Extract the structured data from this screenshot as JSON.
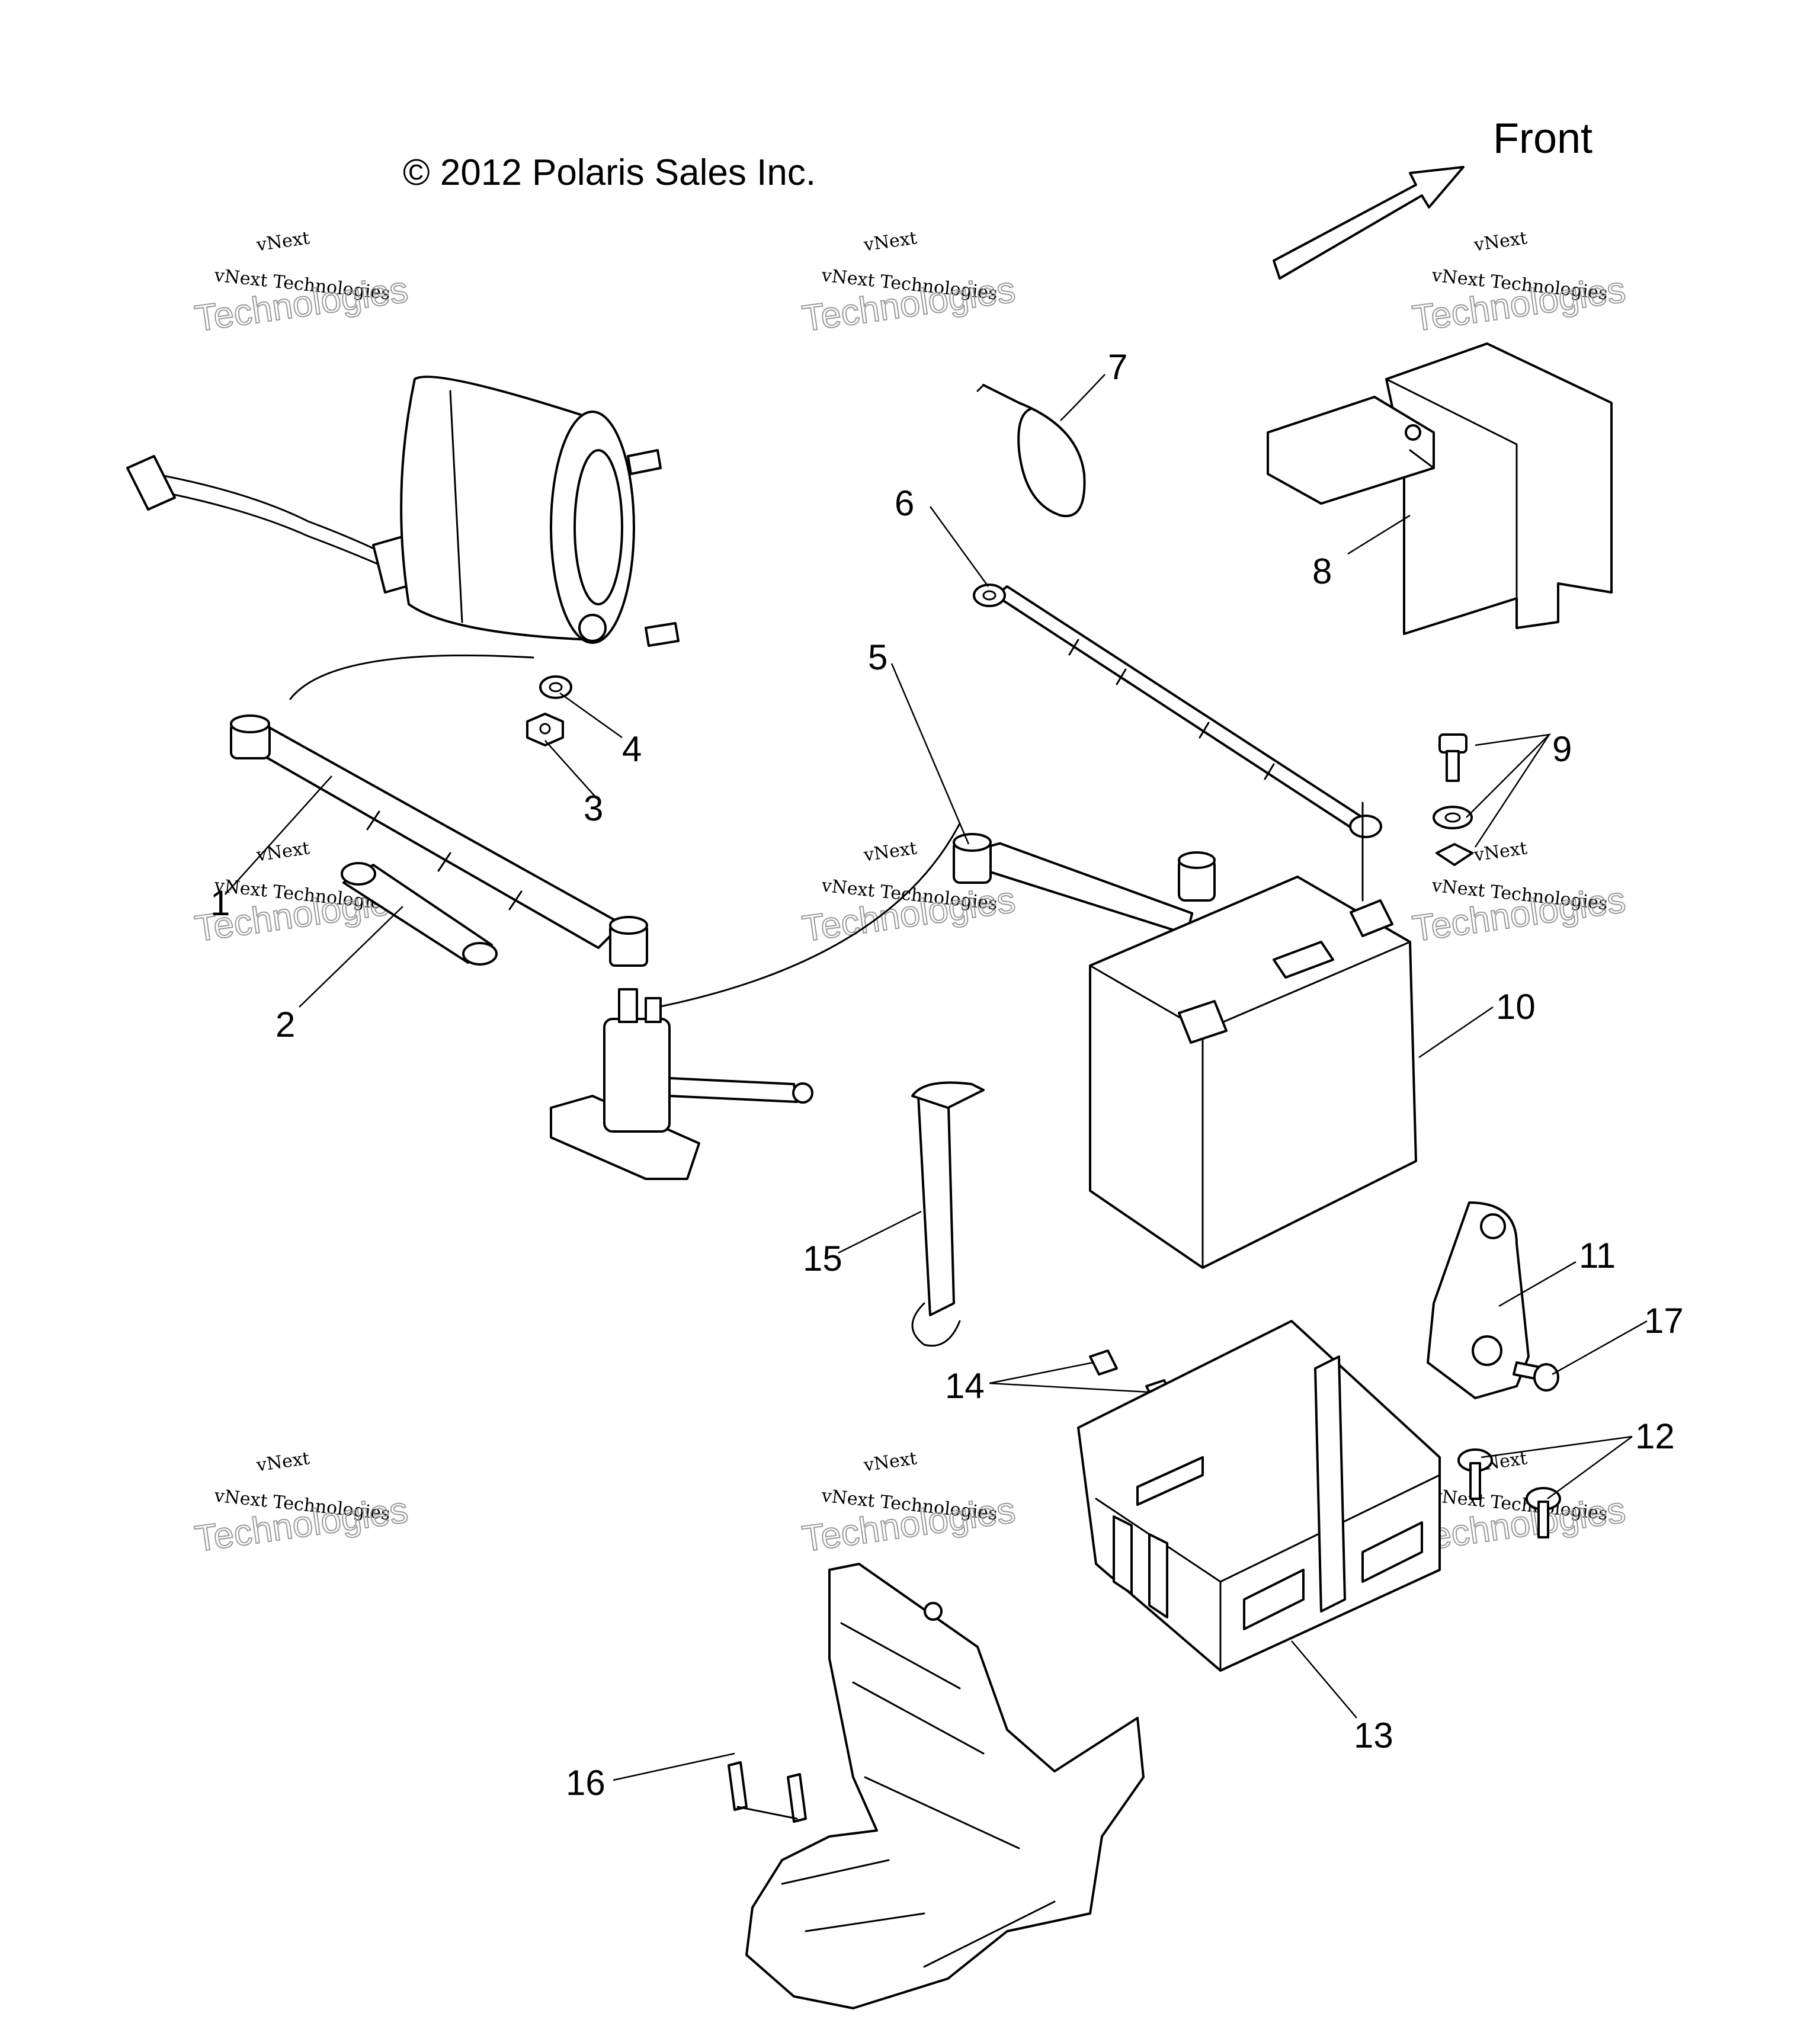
{
  "copyright": "© 2012 Polaris Sales Inc.",
  "direction_label": "Front",
  "watermark": {
    "line1": "vNext",
    "line2": "vNext Technologies",
    "line3": "Technologies"
  },
  "callouts": [
    {
      "number": "1"
    },
    {
      "number": "2"
    },
    {
      "number": "3"
    },
    {
      "number": "4"
    },
    {
      "number": "5"
    },
    {
      "number": "6"
    },
    {
      "number": "7"
    },
    {
      "number": "8"
    },
    {
      "number": "9"
    },
    {
      "number": "10"
    },
    {
      "number": "11"
    },
    {
      "number": "12"
    },
    {
      "number": "13"
    },
    {
      "number": "14"
    },
    {
      "number": "15"
    },
    {
      "number": "16"
    },
    {
      "number": "17"
    }
  ],
  "parts": [
    "starter-motor",
    "starter-cable",
    "cable-boot",
    "nut",
    "washer",
    "battery-cable-positive",
    "battery-cable-negative",
    "cable-tie",
    "battery-cover",
    "terminal-hardware",
    "battery",
    "bracket",
    "screw-12",
    "battery-box",
    "retainer-clips",
    "battery-strap",
    "skid-plate-clip",
    "screw-17",
    "solenoid",
    "skid-plate"
  ]
}
